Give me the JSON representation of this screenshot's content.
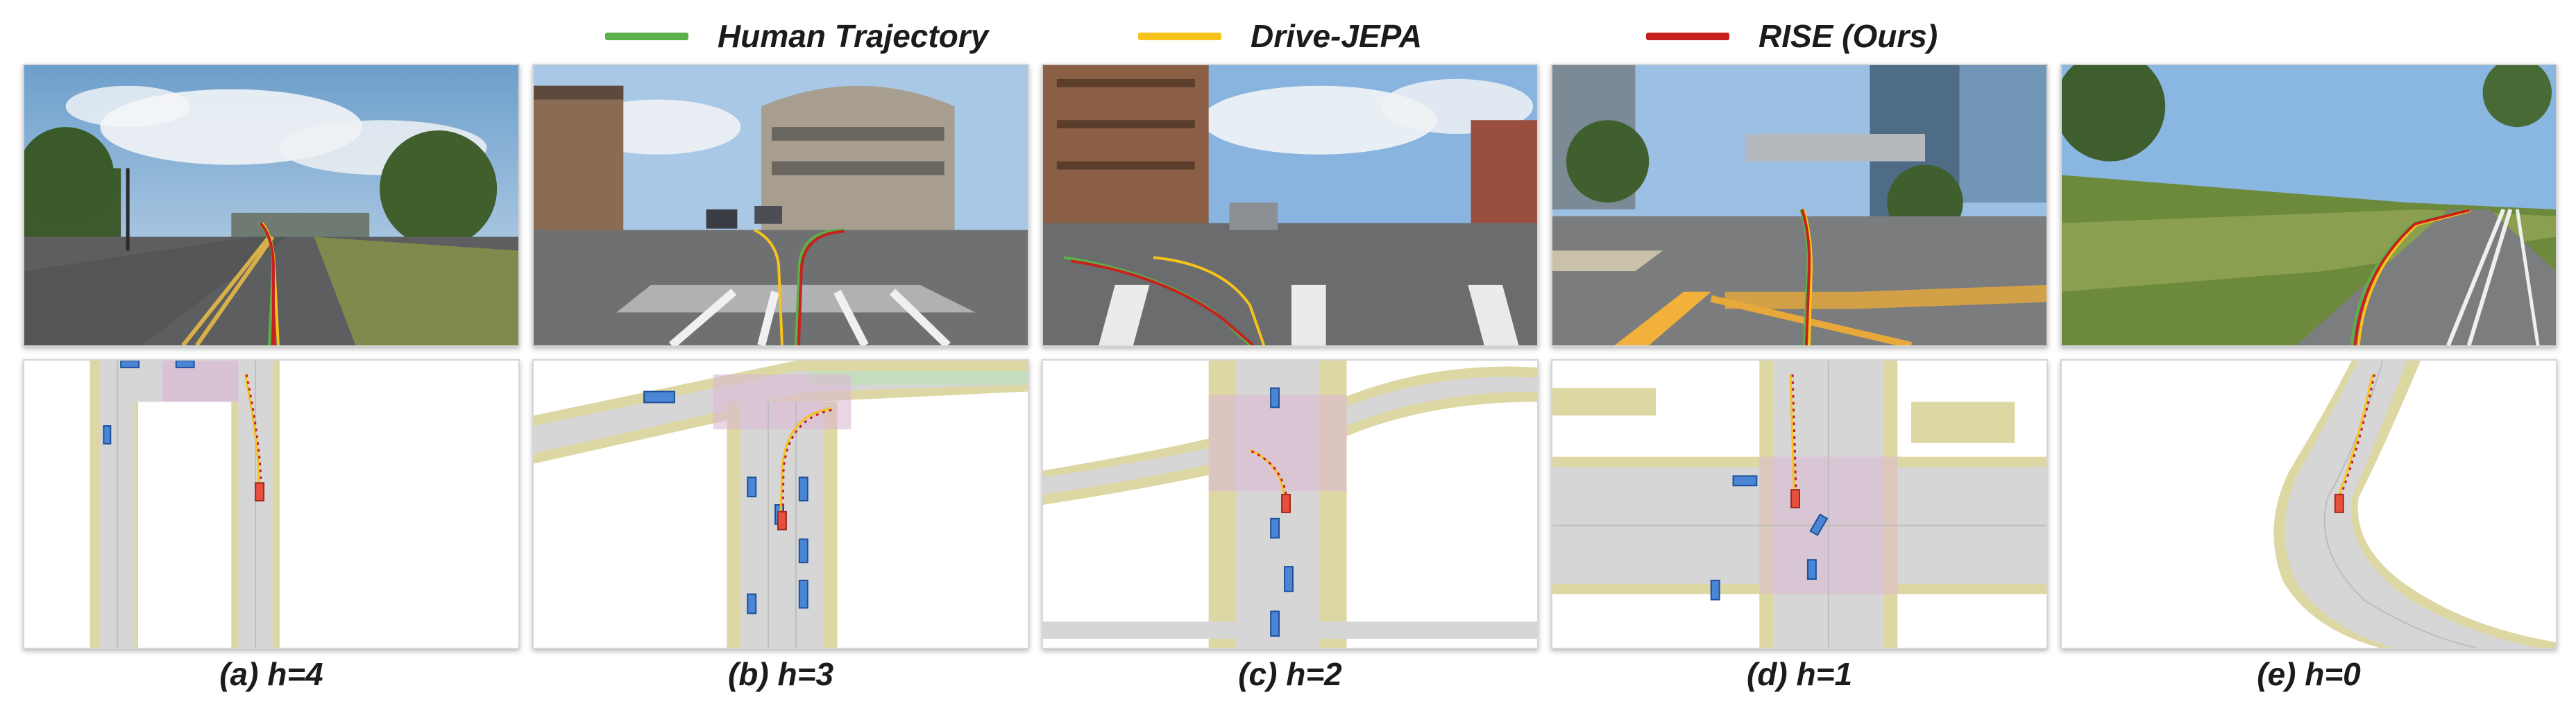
{
  "legend": [
    {
      "label": "Human Trajectory",
      "color": "#5cb04a"
    },
    {
      "label": "Drive-JEPA",
      "color": "#f6c21c"
    },
    {
      "label": "RISE (Ours)",
      "color": "#c8201e"
    }
  ],
  "captions": [
    "(a) h=4",
    "(b) h=3",
    "(c) h=2",
    "(d) h=1",
    "(e) h=0"
  ],
  "colors": {
    "road": "#d6d6d6",
    "sidewalk": "#ddd7a3",
    "crosswalk": "#dcb9d4",
    "vehicle": "#4a86d4",
    "ego": "#e8503e"
  }
}
